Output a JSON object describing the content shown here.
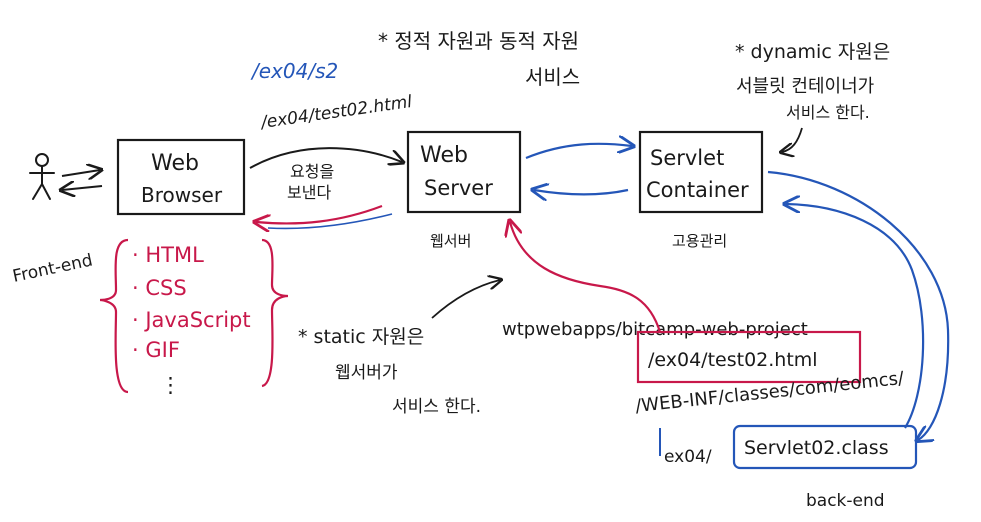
{
  "colors": {
    "ink": "#1a1a1a",
    "blue": "#2456b8",
    "red": "#c8184a"
  },
  "header": {
    "path_label": "/ex04/s2",
    "title_line1": "* 정적 자원과 동적 자원",
    "title_line2": "서비스"
  },
  "user": {
    "icon": "stick-figure-user-icon"
  },
  "boxes": {
    "browser": [
      "Web",
      "Browser"
    ],
    "server": [
      "Web",
      "Server"
    ],
    "container": [
      "Servlet",
      "Container"
    ]
  },
  "labels": {
    "request_url": "/ex04/test02.html",
    "request_action": [
      "요청을",
      "보낸다"
    ],
    "server_caption": "웹서버",
    "container_caption": "고용관리"
  },
  "dynamic_note": [
    "* dynamic 자원은",
    "서블릿 컨테이너가",
    "서비스 한다."
  ],
  "frontend": {
    "title": "Front-end",
    "items": [
      "· HTML",
      "· CSS",
      "· JavaScript",
      "· GIF",
      "⋮"
    ]
  },
  "static_note": [
    "* static 자원은",
    "웹서버가",
    "서비스 한다."
  ],
  "paths": {
    "webapps": "wtpwebapps/bitcamp-web-project",
    "static_file": "/ex04/test02.html",
    "classes_dir": "/WEB-INF/classes/com/eomcs/",
    "class_prefix": "ex04/",
    "class_file": "Servlet02.class"
  },
  "backend": {
    "label": "back-end"
  }
}
